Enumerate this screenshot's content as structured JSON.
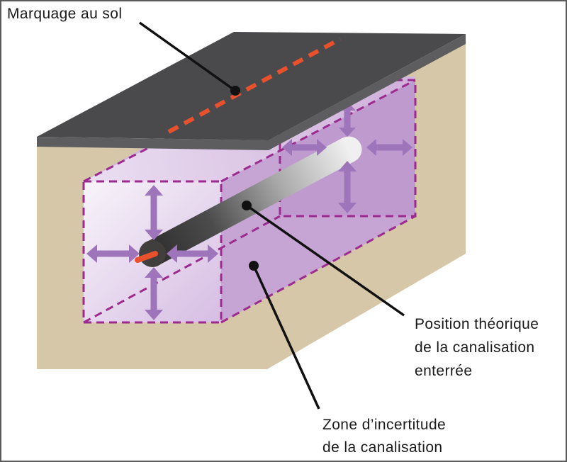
{
  "figure": {
    "type": "isometric-cutaway-diagram",
    "subject": "Zone d'incertitude d'une canalisation enterrée",
    "labels": {
      "ground_marking": "Marquage au sol",
      "theoretical_position": [
        "Position théorique",
        "de la canalisation",
        "enterrée"
      ],
      "uncertainty_zone": [
        "Zone d’incertitude",
        "de la canalisation"
      ]
    },
    "colors": {
      "background": "#ffffff",
      "frame_border": "#5a5a5a",
      "road_surface": "#4a4a4c",
      "road_edge": "#5d5d5f",
      "ground": "#d5c7a7",
      "zone_fill_light": "#f8f4fa",
      "zone_fill_medium": "#d2b5dd",
      "zone_overlay": "#a87fc0",
      "zone_dash": "#9c2b8e",
      "arrow": "#9e74ba",
      "marking_red": "#e8512c",
      "pipe_dark": "#2e2e2e",
      "pipe_light": "#f0f0f0",
      "pipe_section": "#403f3d",
      "leader": "#111111",
      "text": "#1a1a1a"
    }
  }
}
